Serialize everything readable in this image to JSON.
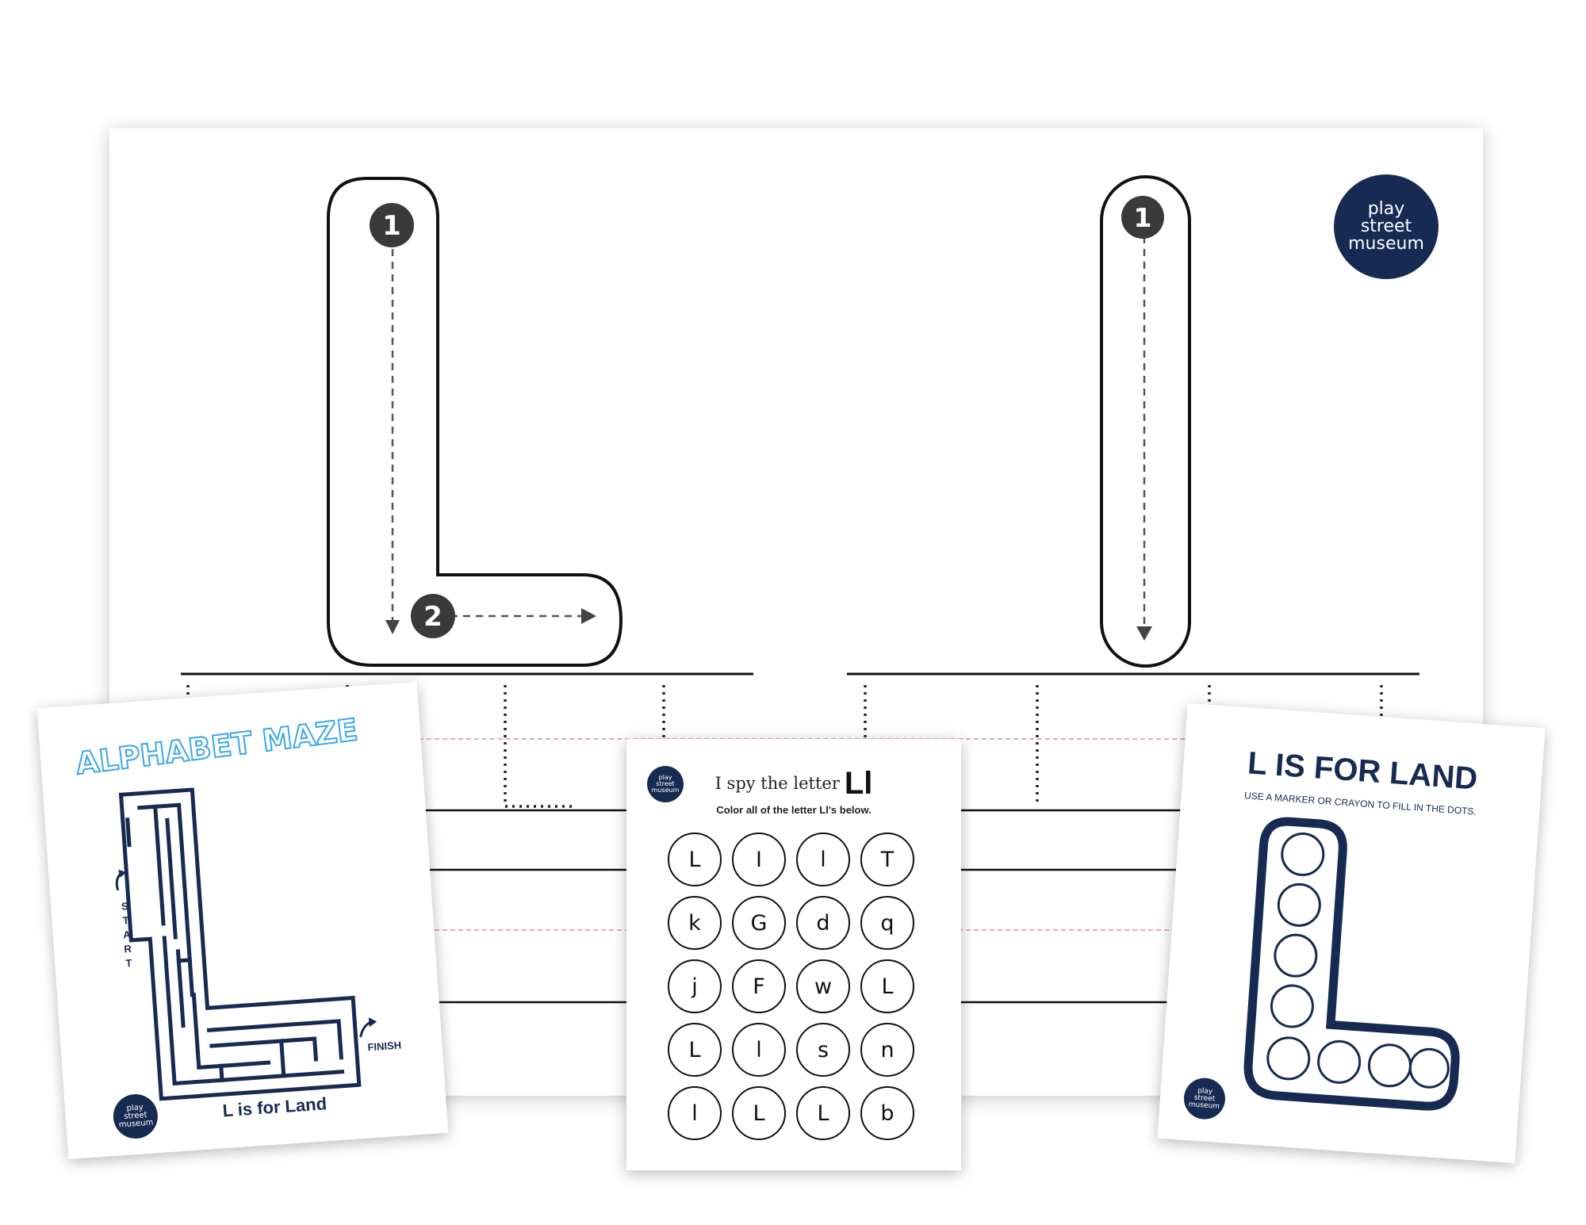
{
  "tracing_sheet": {
    "uppercase_letter": "L",
    "lowercase_letter": "l",
    "stroke_numbers": [
      "1",
      "2",
      "1"
    ]
  },
  "brand": {
    "logo_lines": [
      "play",
      "street",
      "museum"
    ],
    "color": "#172a52"
  },
  "maze_sheet": {
    "title": "ALPHABET MAZE",
    "start_label": "START",
    "finish_label": "FINISH",
    "caption": "L is for Land",
    "title_color": "#39a7ea"
  },
  "spy_sheet": {
    "title_prefix": "I spy the letter",
    "title_letter": "Ll",
    "instructions": "Color all of the letter Ll's below.",
    "letters": [
      "L",
      "I",
      "l",
      "T",
      "k",
      "G",
      "d",
      "q",
      "j",
      "F",
      "w",
      "L",
      "L",
      "l",
      "s",
      "n",
      "l",
      "L",
      "L",
      "b"
    ]
  },
  "dot_sheet": {
    "title": "L IS FOR LAND",
    "instructions": "USE A MARKER OR CRAYON TO FILL IN THE DOTS.",
    "dot_count": 8
  }
}
